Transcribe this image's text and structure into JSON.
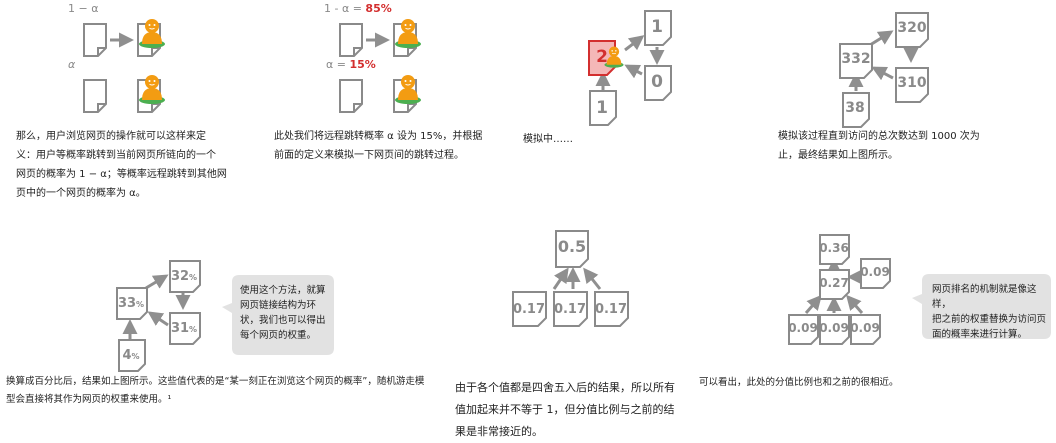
{
  "panel1": {
    "label_top": "1 − α",
    "label_bottom": "α",
    "caption": "那么，用户浏览网页的操作就可以这样来定\n义：用户等概率跳转到当前网页所链向的一个\n网页的概率为 1 − α；等概率远程跳转到其他网\n页中的一个网页的概率为 α。"
  },
  "panel2": {
    "label_top_prefix": "1 - α = ",
    "label_top_value": "85%",
    "label_bottom_prefix": "α   = ",
    "label_bottom_value": "15%",
    "caption": "此处我们将远程跳转概率 α 设为 15%，并根据\n前面的定义来模拟一下网页间的跳转过程。"
  },
  "panel3": {
    "pages": [
      "2",
      "1",
      "0",
      "1"
    ],
    "caption": "模拟中……"
  },
  "panel4": {
    "pages": [
      "320",
      "332",
      "310",
      "38"
    ],
    "caption": "模拟该过程直到访问的总次数达到 1000 次为\n止，最终结果如上图所示。"
  },
  "panel5": {
    "pages": [
      {
        "value": "32",
        "unit": "%"
      },
      {
        "value": "33",
        "unit": "%"
      },
      {
        "value": "31",
        "unit": "%"
      },
      {
        "value": "4",
        "unit": "%"
      }
    ],
    "bubble": "使用这个方法，就算\n网页链接结构为环\n状，我们也可以得出\n每个网页的权重。",
    "caption": "换算成百分比后，结果如上图所示。这些值代表的是“某一刻正在浏览这个网页的概率”，随机游走模\n型会直接将其作为网页的权重来使用。¹"
  },
  "panel6": {
    "pages": [
      "0.5",
      "0.17",
      "0.17",
      "0.17"
    ],
    "caption": "由于各个值都是四舍五入后的结果，所以所有\n值加起来并不等于 1，但分值比例与之前的结\n果是非常接近的。"
  },
  "panel7": {
    "pages": [
      "0.36",
      "0.09",
      "0.27",
      "0.09",
      "0.09",
      "0.09"
    ],
    "bubble": "网页排名的机制就是像这样，\n把之前的权重替换为访问页\n面的概率来进行计算。",
    "caption": "可以看出，此处的分值比例也和之前的很相近。"
  },
  "colors": {
    "page_border": "#8a8a8a",
    "arrow": "#8f8f8f",
    "accent_red": "#d32f2f",
    "highlight_fill": "#f4b7b7",
    "bubble": "#e2e2e2",
    "person_orange": "#f39c12",
    "person_green": "#4caf50"
  }
}
